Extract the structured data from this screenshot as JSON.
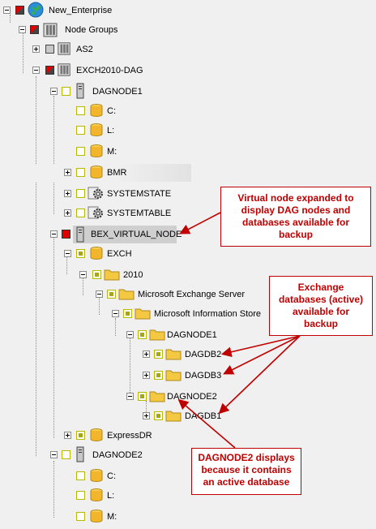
{
  "tree": {
    "root_label": "New_Enterprise",
    "node_groups_label": "Node Groups",
    "as2_label": "AS2",
    "exch_dag_label": "EXCH2010-DAG",
    "dagnode1": {
      "label": "DAGNODE1",
      "drives": [
        "C:",
        "L:",
        "M:"
      ],
      "bmr_label": "BMR",
      "systemstate_label": "SYSTEMSTATE",
      "systemtable_label": "SYSTEMTABLE"
    },
    "virtual_node": {
      "label": "BEX_VIRTUAL_NODE",
      "exch_label": "EXCH",
      "year_label": "2010",
      "server_label": "Microsoft Exchange Server",
      "store_label": "Microsoft Information Store",
      "dag1_label": "DAGNODE1",
      "dag1_dbs": [
        "DAGDB2",
        "DAGDB3"
      ],
      "dag2_label": "DAGNODE2",
      "dag2_dbs": [
        "DAGDB1"
      ],
      "expressdr_label": "ExpressDR"
    },
    "dagnode2": {
      "label": "DAGNODE2",
      "drives": [
        "C:",
        "L:",
        "M:"
      ]
    }
  },
  "callouts": {
    "virtual_node": "Virtual node expanded to\ndisplay DAG nodes and\ndatabases available for\nbackup",
    "exchange_dbs": "Exchange\ndatabases (active)\navailable for\nbackup",
    "dagnode2": "DAGNODE2 displays\nbecause it contains\nan active database"
  },
  "colors": {
    "callout_red": "#c00000",
    "check_olive": "#a8a800",
    "folder_yellow": "#f5c842",
    "selected_red": "#e00000"
  }
}
